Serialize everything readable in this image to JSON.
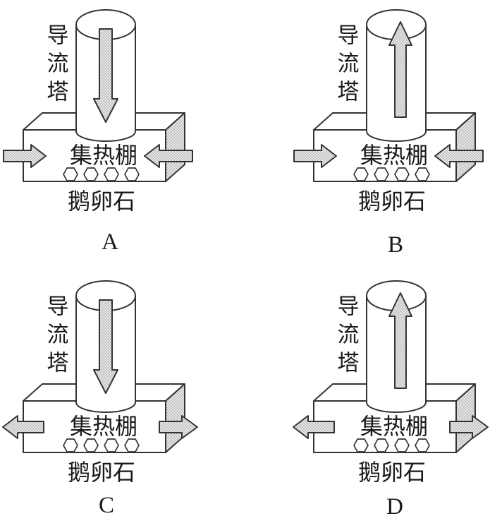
{
  "figure": {
    "description": "Four option diagrams of a solar chimney heat-collection system",
    "background": "#ffffff"
  },
  "colors": {
    "line": "#333333",
    "text": "#1a1a1a",
    "white": "#ffffff",
    "halftone_bg": "#e7e7e7",
    "halftone_dot": "#a6a6a6"
  },
  "diagrams": [
    {
      "letter": "A",
      "tower_label_chars": [
        "导",
        "流",
        "塔"
      ],
      "shed_label": "集热棚",
      "pebbles_label": "鹅卵石",
      "tower_airflow": "down",
      "side_airflow": "inward",
      "pebble_count": 4
    },
    {
      "letter": "B",
      "tower_label_chars": [
        "导",
        "流",
        "塔"
      ],
      "shed_label": "集热棚",
      "pebbles_label": "鹅卵石",
      "tower_airflow": "up",
      "side_airflow": "inward",
      "pebble_count": 4
    },
    {
      "letter": "C",
      "tower_label_chars": [
        "导",
        "流",
        "塔"
      ],
      "shed_label": "集热棚",
      "pebbles_label": "鹅卵石",
      "tower_airflow": "down",
      "side_airflow": "outward",
      "pebble_count": 4
    },
    {
      "letter": "D",
      "tower_label_chars": [
        "导",
        "流",
        "塔"
      ],
      "shed_label": "集热棚",
      "pebbles_label": "鹅卵石",
      "tower_airflow": "up",
      "side_airflow": "outward",
      "pebble_count": 4
    }
  ]
}
